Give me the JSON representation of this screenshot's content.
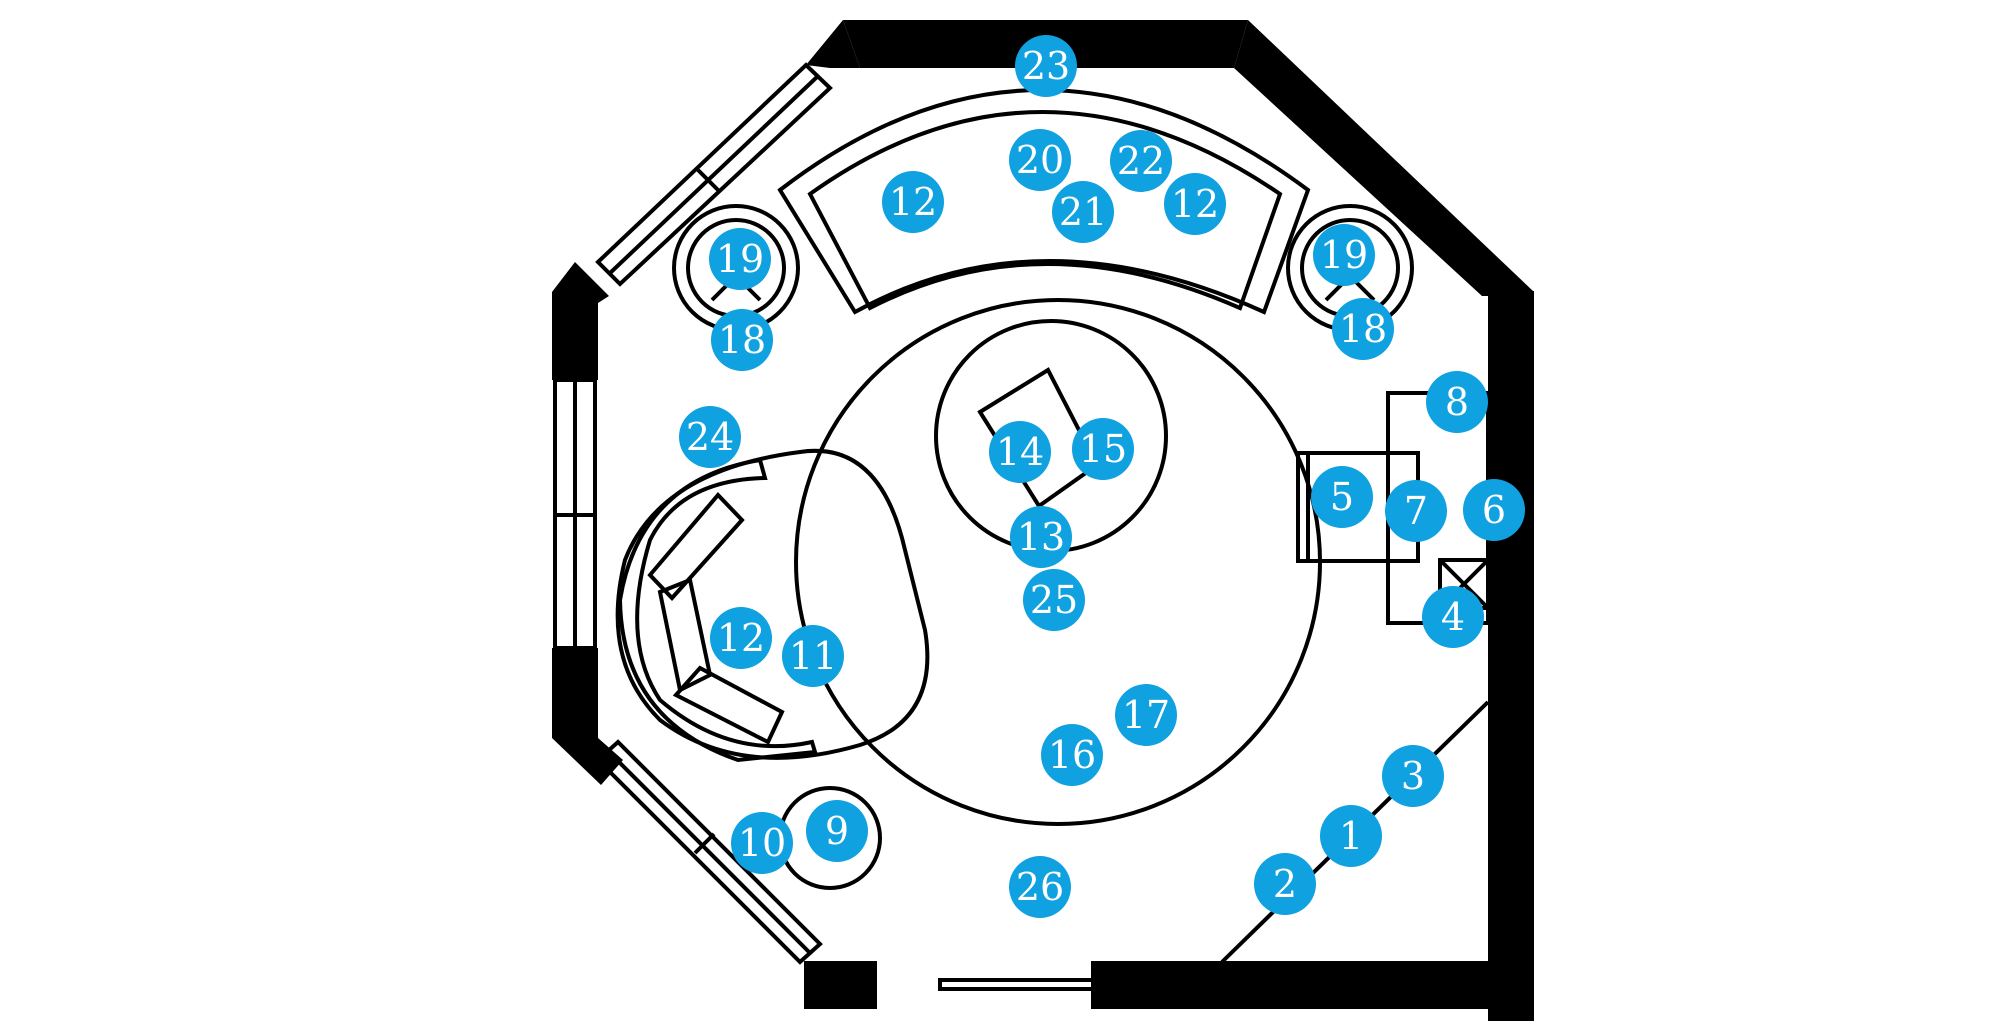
{
  "colors": {
    "marker": "#0fa1e0",
    "marker_text": "#ffffff",
    "walls": "#000000",
    "background": "#ffffff"
  },
  "markers": [
    "23",
    "20",
    "22",
    "12",
    "21",
    "12",
    "19",
    "19",
    "18",
    "18",
    "8",
    "24",
    "14",
    "15",
    "5",
    "7",
    "6",
    "13",
    "4",
    "25",
    "12",
    "11",
    "17",
    "16",
    "3",
    "1",
    "9",
    "10",
    "2",
    "26"
  ]
}
